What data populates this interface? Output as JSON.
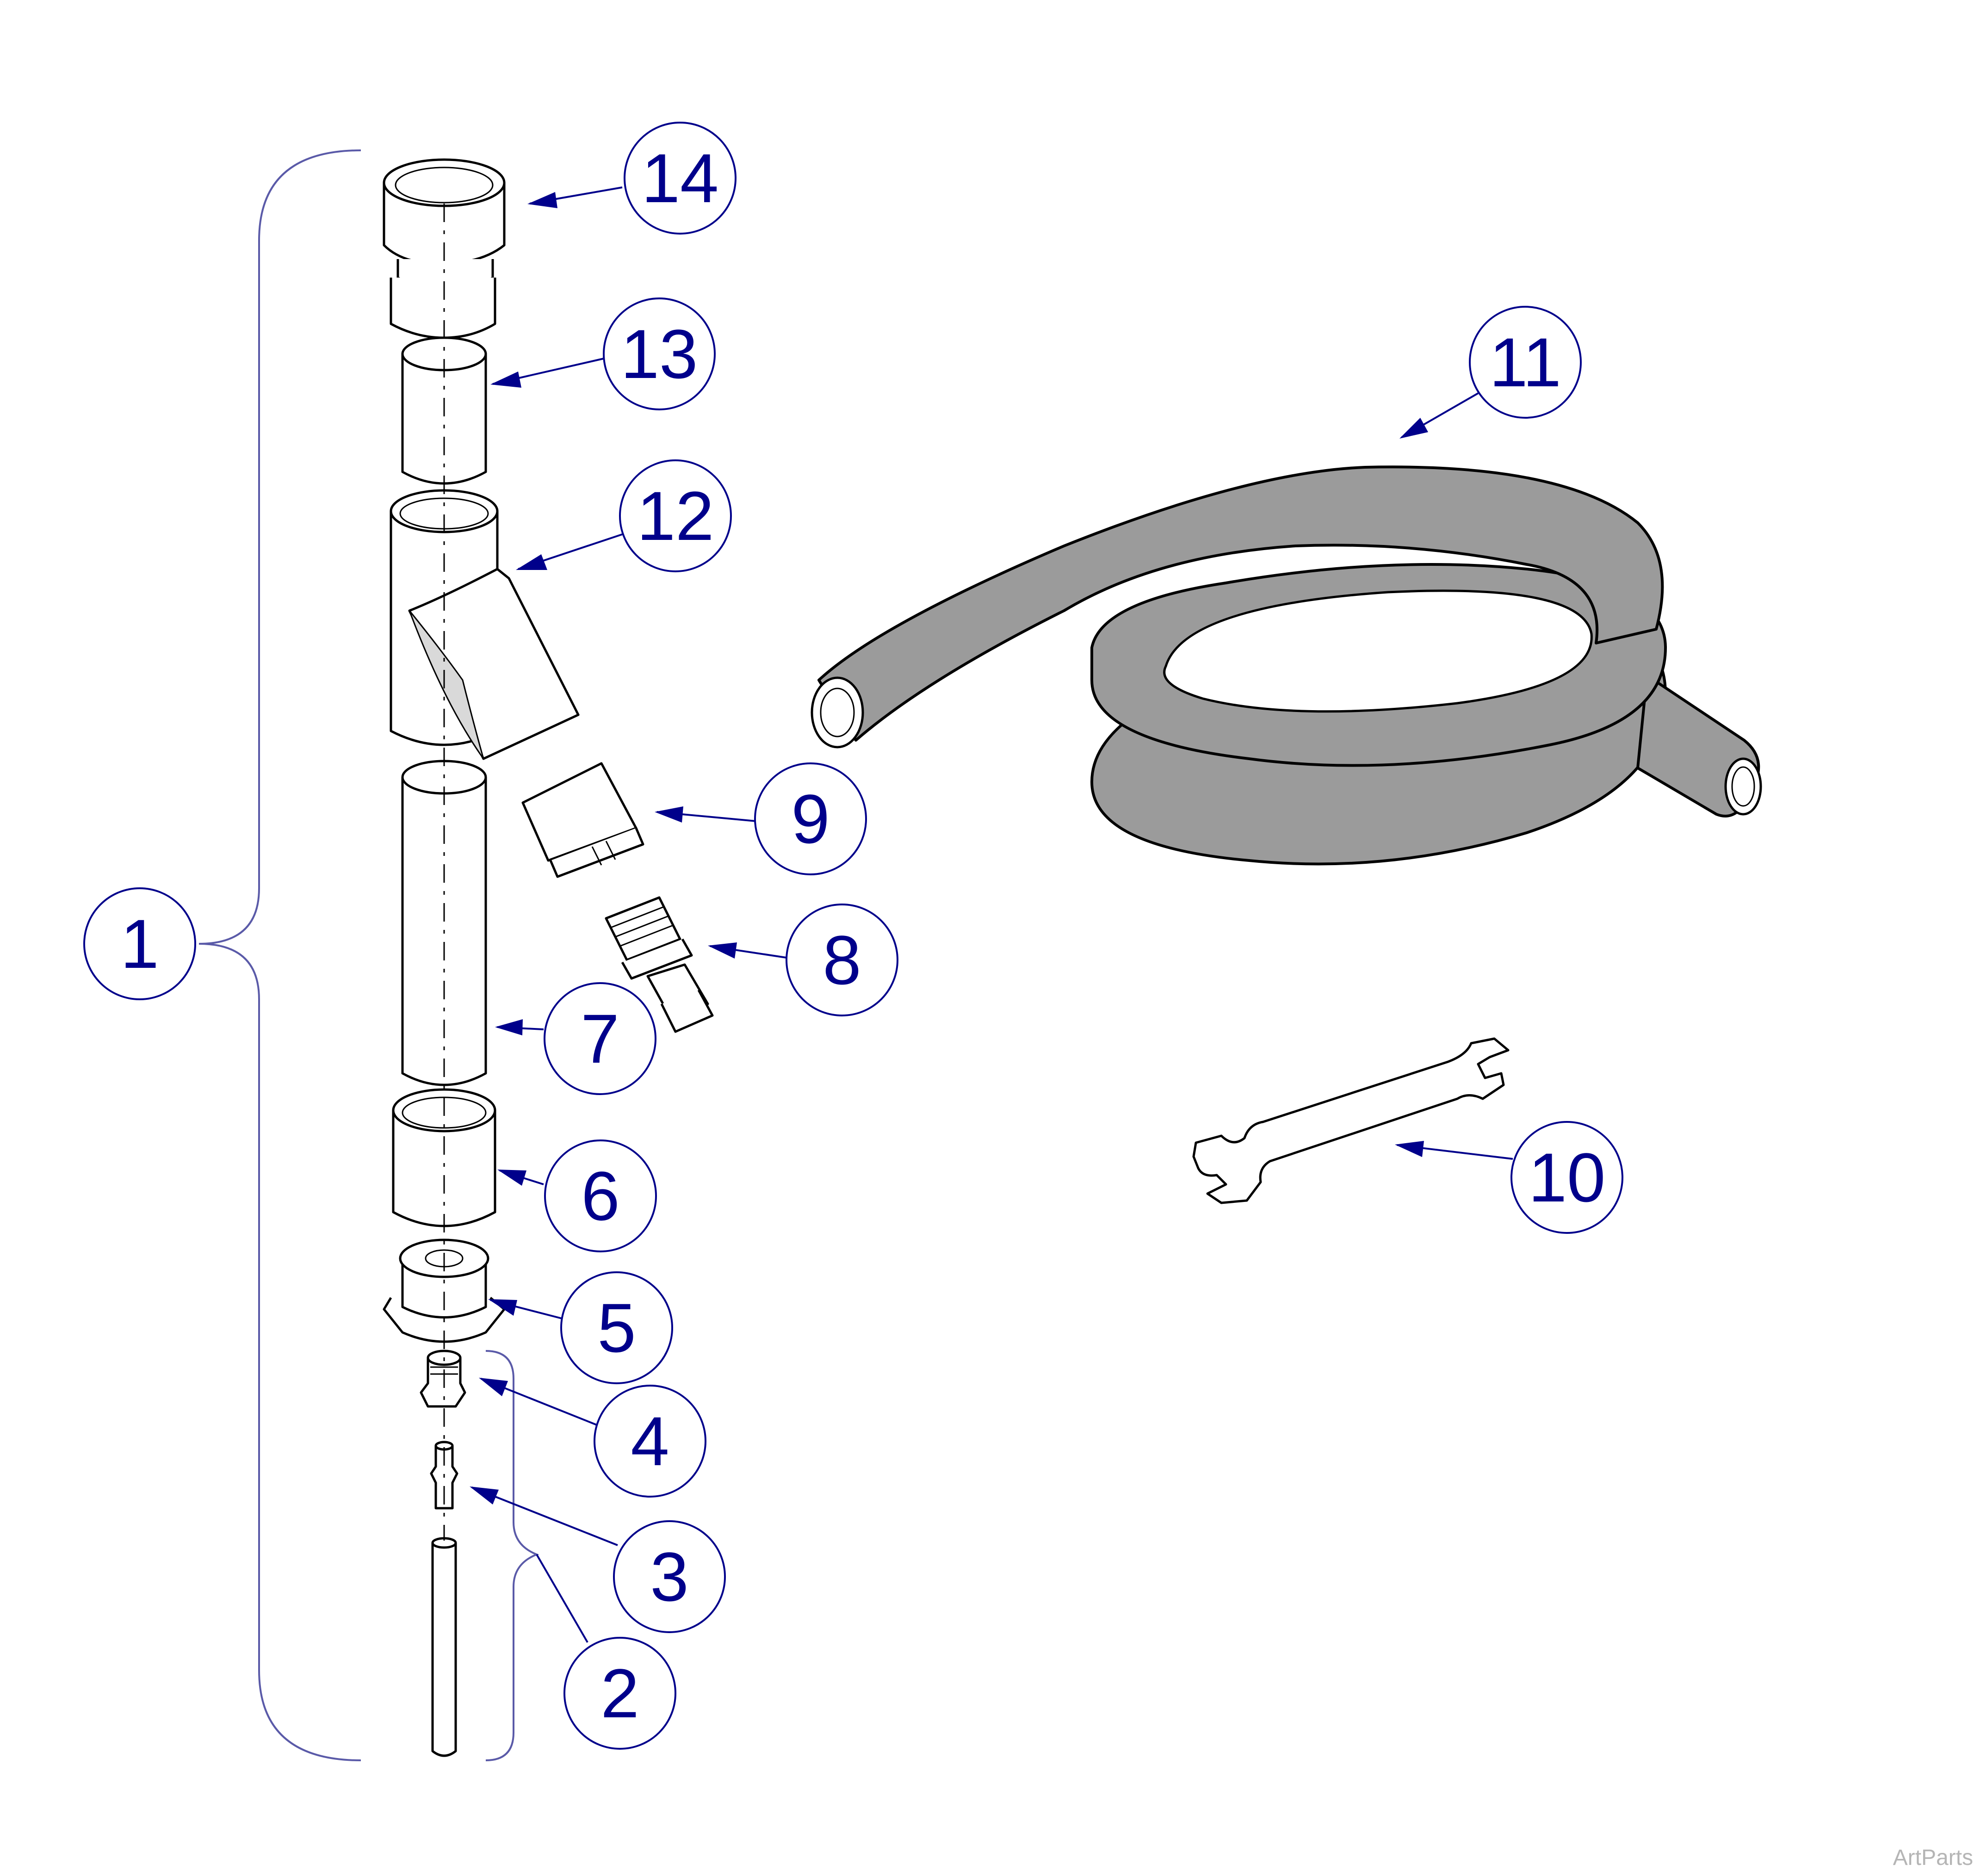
{
  "callouts": [
    {
      "id": "1",
      "label": "1"
    },
    {
      "id": "2",
      "label": "2"
    },
    {
      "id": "3",
      "label": "3"
    },
    {
      "id": "4",
      "label": "4"
    },
    {
      "id": "5",
      "label": "5"
    },
    {
      "id": "6",
      "label": "6"
    },
    {
      "id": "7",
      "label": "7"
    },
    {
      "id": "8",
      "label": "8"
    },
    {
      "id": "9",
      "label": "9"
    },
    {
      "id": "10",
      "label": "10"
    },
    {
      "id": "11",
      "label": "11"
    },
    {
      "id": "12",
      "label": "12"
    },
    {
      "id": "13",
      "label": "13"
    },
    {
      "id": "14",
      "label": "14"
    }
  ],
  "watermark": "ArtParts",
  "colors": {
    "callout": "#00008b",
    "brace": "#5a5aa8",
    "hose": "#9b9b9b"
  }
}
